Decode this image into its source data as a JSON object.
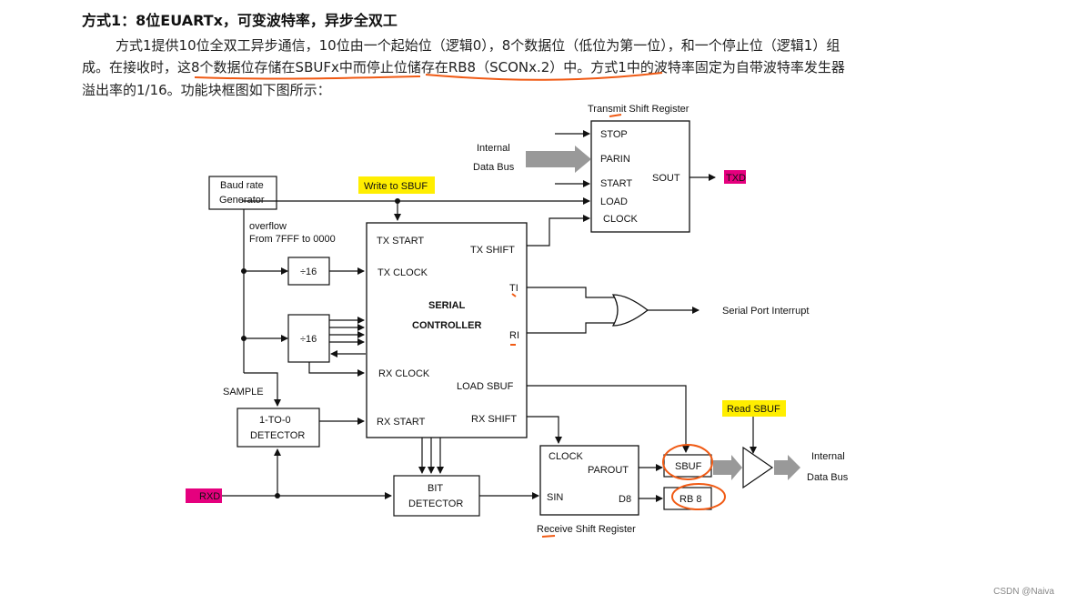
{
  "doc": {
    "heading": "方式1：8位EUARTx，可变波特率，异步全双工",
    "para_line1": "方式1提供10位全双工异步通信，10位由一个起始位（逻辑0），8个数据位（低位为第一位），和一个停止位（逻辑1）组",
    "para_line2": "成。在接收时，这8个数据位存储在SBUFx中而停止位储存在RB8（SCONx.2）中。方式1中的波特率固定为自带波特率发生器",
    "para_line3": "溢出率的1/16。功能块框图如下图所示："
  },
  "diagram": {
    "transmit_shift_register": "Transmit Shift Register",
    "tsr_stop": "STOP",
    "tsr_parin": "PARIN",
    "tsr_start": "START",
    "tsr_load": "LOAD",
    "tsr_clock": "CLOCK",
    "tsr_sout": "SOUT",
    "internal_top_1": "Internal",
    "internal_top_2": "Data Bus",
    "txd": "TXD",
    "baud_1": "Baud rate",
    "baud_2": "Generator",
    "write_sbuf": "Write to SBUF",
    "overflow_1": "overflow",
    "overflow_2": "From 7FFF to 0000",
    "div16_top": "÷16",
    "div16_mid": "÷16",
    "sc_tx_start": "TX START",
    "sc_tx_shift": "TX SHIFT",
    "sc_tx_clock": "TX CLOCK",
    "sc_ti": "TI",
    "sc_serial": "SERIAL",
    "sc_controller": "CONTROLLER",
    "sc_ri": "RI",
    "sc_rx_clock": "RX CLOCK",
    "sc_load_sbuf": "LOAD SBUF",
    "sc_rx_start": "RX START",
    "sc_rx_shift": "RX SHIFT",
    "serial_interrupt": "Serial Port Interrupt",
    "sample": "SAMPLE",
    "det_1": "1-TO-0",
    "det_2": "DETECTOR",
    "read_sbuf": "Read SBUF",
    "rsr_clock": "CLOCK",
    "rsr_parout": "PAROUT",
    "rsr_sin": "SIN",
    "rsr_d8": "D8",
    "sbuf": "SBUF",
    "rb8": "RB 8",
    "internal_bot_1": "Internal",
    "internal_bot_2": "Data Bus",
    "rxd": "RXD",
    "bit_1": "BIT",
    "bit_2": "DETECTOR",
    "receive_shift_register": "Receive Shift Register"
  },
  "watermark": "CSDN @Naiva",
  "colors": {
    "highlight_yellow": "#ffee00",
    "highlight_magenta": "#e5007e",
    "annotation_orange": "#f05a14",
    "bus_arrow_gray": "#999999"
  }
}
